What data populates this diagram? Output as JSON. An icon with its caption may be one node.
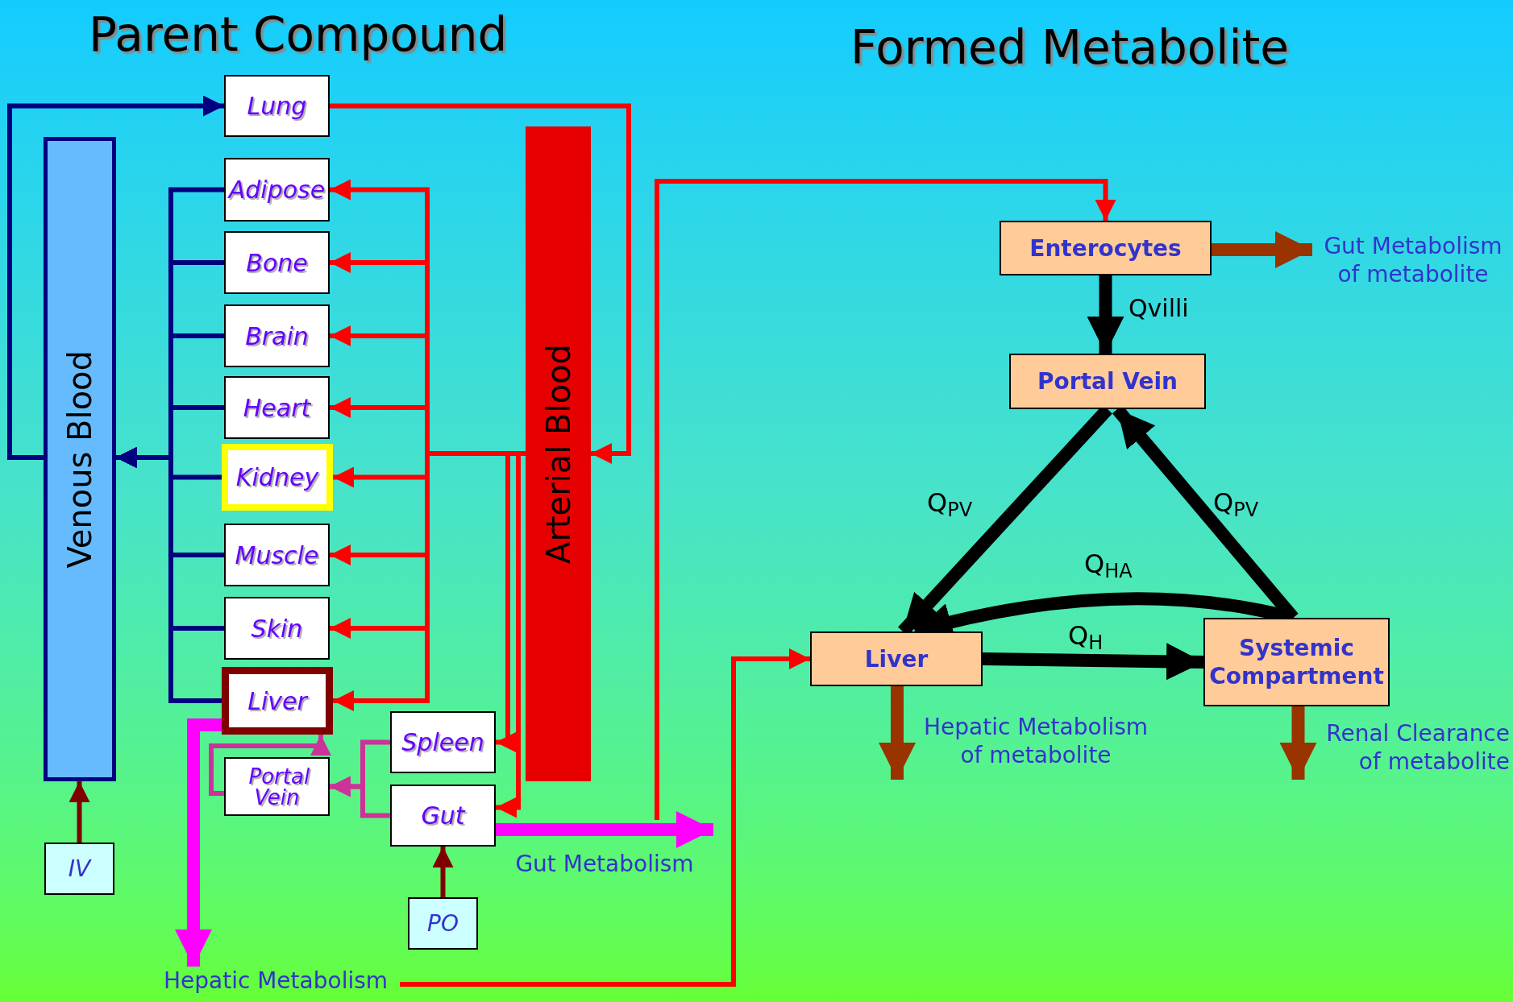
{
  "diagram": {
    "nodes": [
      {
        "text": [
          "Venous Blood"
        ]
      },
      {
        "text": [
          "Lung"
        ]
      },
      {
        "text": [
          "Adipose"
        ]
      },
      {
        "text": [
          "Bone"
        ]
      },
      {
        "text": [
          "Brain"
        ]
      },
      {
        "text": [
          "Heart"
        ]
      },
      {
        "text": [
          "Kidney"
        ]
      },
      {
        "text": [
          "Muscle"
        ]
      },
      {
        "text": [
          "Skin"
        ]
      },
      {
        "text": [
          "Liver"
        ]
      },
      {
        "text": [
          "Portal Vein"
        ]
      },
      {
        "text": [
          "Spleen"
        ]
      },
      {
        "text": [
          "Gut"
        ]
      },
      {
        "text": [
          "Arterial Blood"
        ]
      },
      {
        "text": [
          "IV"
        ]
      },
      {
        "text": [
          "PO"
        ]
      },
      {
        "text": [
          "Enterocytes"
        ]
      },
      {
        "text": [
          "Portal Vein"
        ]
      },
      {
        "text": [
          "Liver"
        ]
      },
      {
        "text": [
          "Systemic Compartment"
        ]
      },
      {
        "text": [
          "Gut Metabolism of metabolite"
        ]
      },
      {
        "text": [
          "Hepatic Metabolism"
        ]
      }
    ],
    "edges": [
      {
        "from": 0,
        "to": 1,
        "arrow": "to",
        "color": "#000080"
      },
      {
        "from": 1,
        "to": 13,
        "arrow": "to"
      },
      {
        "from": 13,
        "to": 2,
        "arrow": "to"
      },
      {
        "from": 13,
        "to": 3,
        "arrow": "to"
      },
      {
        "from": 13,
        "to": 4,
        "arrow": "to"
      },
      {
        "from": 13,
        "to": 5,
        "arrow": "to"
      },
      {
        "from": 13,
        "to": 6,
        "arrow": "to"
      },
      {
        "from": 13,
        "to": 7,
        "arrow": "to"
      },
      {
        "from": 13,
        "to": 8,
        "arrow": "to"
      },
      {
        "from": 13,
        "to": 9,
        "arrow": "to"
      },
      {
        "from": 13,
        "to": 11,
        "arrow": "to"
      },
      {
        "from": 13,
        "to": 12,
        "arrow": "to"
      },
      {
        "from": 2,
        "to": 0,
        "arrow": "to",
        "color": "#000080"
      },
      {
        "from": 3,
        "to": 0,
        "arrow": "to",
        "color": "#000080"
      },
      {
        "from": 4,
        "to": 0,
        "arrow": "to",
        "color": "#000080"
      },
      {
        "from": 5,
        "to": 0,
        "arrow": "to",
        "color": "#000080"
      },
      {
        "from": 6,
        "to": 0,
        "arrow": "to",
        "color": "#000080"
      },
      {
        "from": 7,
        "to": 0,
        "arrow": "to",
        "color": "#000080"
      },
      {
        "from": 8,
        "to": 0,
        "arrow": "to",
        "color": "#000080"
      },
      {
        "from": 9,
        "to": 0,
        "arrow": "to",
        "color": "#000080"
      },
      {
        "from": 11,
        "to": 10,
        "arrow": "to",
        "color": "#cc3399"
      },
      {
        "from": 12,
        "to": 10,
        "arrow": "to",
        "color": "#cc3399"
      },
      {
        "from": 10,
        "to": 9,
        "arrow": "to",
        "color": "#cc3399"
      },
      {
        "from": 9,
        "to": 21,
        "arrow": "to",
        "style": "thick",
        "color": "#ff00ff"
      },
      {
        "from": 12,
        "to": null,
        "arrow": "to",
        "style": "thick",
        "color": "#ff00ff",
        "label": "Gut Metabolism"
      },
      {
        "from": 14,
        "to": 0,
        "arrow": "to",
        "color": "#800000"
      },
      {
        "from": 15,
        "to": 12,
        "arrow": "to",
        "color": "#800000"
      },
      {
        "from": 21,
        "to": 18,
        "arrow": "to"
      },
      {
        "from": null,
        "to": 16,
        "arrow": "to"
      },
      {
        "from": 16,
        "to": 17,
        "arrow": "to",
        "style": "thick",
        "color": "#000000",
        "label": "Qvilli"
      },
      {
        "from": 17,
        "to": 18,
        "arrow": "to",
        "style": "thick",
        "color": "#000000",
        "label": "Q$_{PV}$"
      },
      {
        "from": 19,
        "to": 17,
        "arrow": "to",
        "style": "thick",
        "color": "#000000",
        "label": "Q$_{PV}$"
      },
      {
        "from": 19,
        "to": 18,
        "arrow": "to",
        "style": "thick",
        "color": "#000000",
        "label": "Q$_{HA}$"
      },
      {
        "from": 18,
        "to": 19,
        "arrow": "to",
        "style": "thick",
        "color": "#000000",
        "label": "Q$_{H}$"
      },
      {
        "from": 16,
        "to": 20,
        "arrow": "to",
        "style": "thick",
        "color": "#993300"
      },
      {
        "from": 18,
        "to": null,
        "arrow": "to",
        "style": "thick",
        "color": "#993300",
        "label": "Hepatic Metabolism of metabolite"
      },
      {
        "from": 19,
        "to": null,
        "arrow": "to",
        "style": "thick",
        "color": "#993300",
        "label": "Renal Clearance of metabolite"
      }
    ],
    "labels": [
      "Parent Compound",
      "Formed Metabolite"
    ]
  }
}
